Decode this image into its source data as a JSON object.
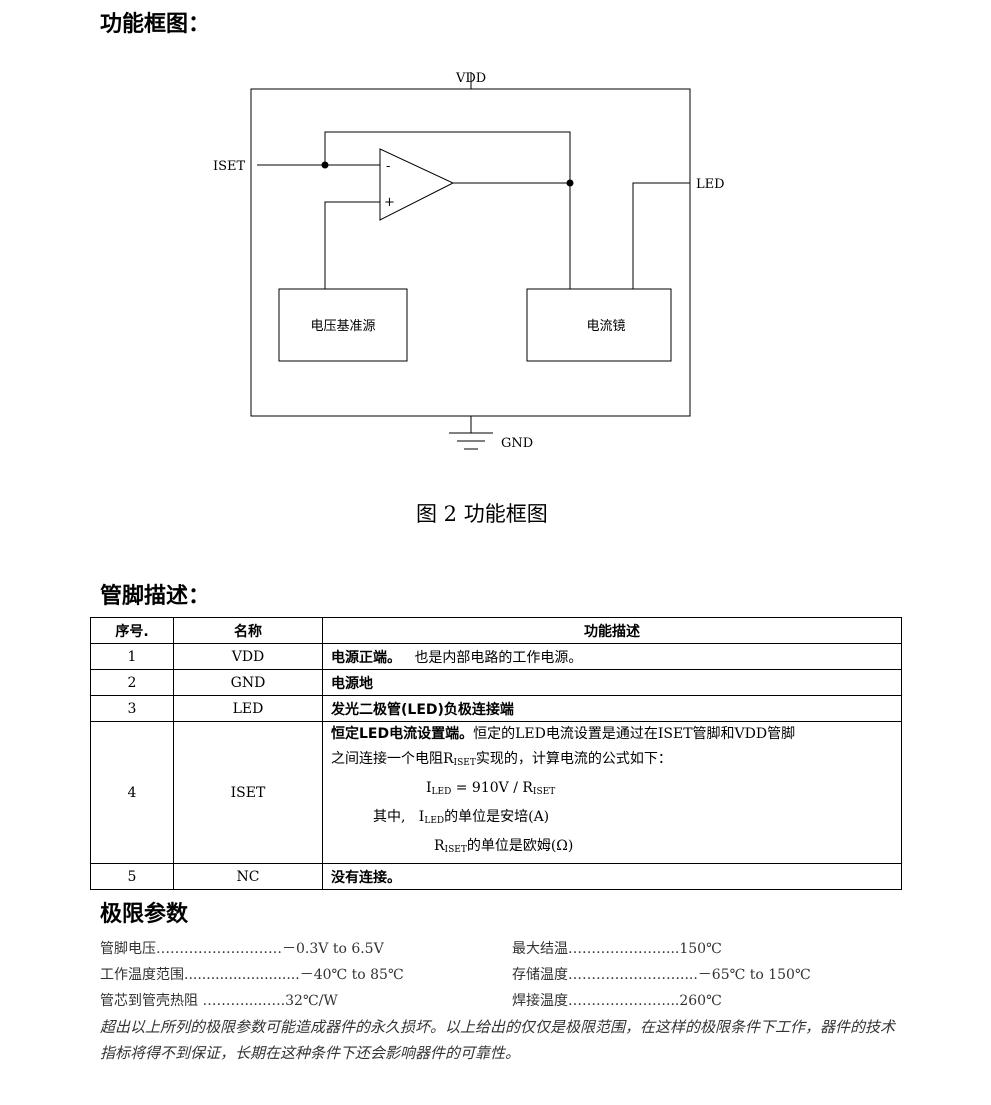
{
  "headings": {
    "functional_block": "功能框图：",
    "pin_description": "管脚描述：",
    "absolute_max": "极限参数"
  },
  "diagram": {
    "label_vdd": "VDD",
    "label_iset": "ISET",
    "label_led": "LED",
    "label_gnd": "GND",
    "opamp_minus": "-",
    "opamp_plus": "+",
    "block_vref": "电压基准源",
    "block_mirror": "电流镜",
    "caption": "图 2  功能框图"
  },
  "pin_table": {
    "headers": [
      "序号.",
      "名称",
      "功能描述"
    ],
    "rows": [
      {
        "no": "1",
        "name": "VDD",
        "bold": "电源正端。",
        "text": "   也是内部电路的工作电源。"
      },
      {
        "no": "2",
        "name": "GND",
        "bold": "电源地",
        "text": ""
      },
      {
        "no": "3",
        "name": "LED",
        "bold": "发光二极管(LED)负极连接端",
        "text": ""
      },
      {
        "no": "4",
        "name": "ISET",
        "bold": "恒定LED电流设置端。",
        "text": "恒定的LED电流设置是通过在ISET管脚和VDD管脚",
        "line2a": "之间连接一个电阻R",
        "line2sub": "ISET",
        "line2b": "实现的，计算电流的公式如下：",
        "line3a": "I",
        "line3sub": "LED",
        "line3b": " = 910V / R",
        "line3sub2": "ISET",
        "line4a": "其中,   I",
        "line4sub": "LED",
        "line4b": "的单位是安培(A)",
        "line5a": "R",
        "line5sub": "ISET",
        "line5b": "的单位是欧姆(Ω)"
      },
      {
        "no": "5",
        "name": "NC",
        "bold": "没有连接。",
        "text": ""
      }
    ]
  },
  "limits": {
    "rows": [
      {
        "left": "管脚电压………………………－0.3V to 6.5V",
        "right": "最大结温…………………...150℃"
      },
      {
        "left": "工作温度范围..........................－40℃  to 85℃",
        "right": "存储温度……………………....－65℃  to 150℃"
      },
      {
        "left": "管芯到管壳热阻  ……….....….32℃/W",
        "right": "焊接温度…………………...260℃"
      }
    ],
    "note": "超出以上所列的极限参数可能造成器件的永久损坏。以上给出的仅仅是极限范围，在这样的极限条件下工作，器件的技术指标将得不到保证，长期在这种条件下还会影响器件的可靠性。"
  }
}
